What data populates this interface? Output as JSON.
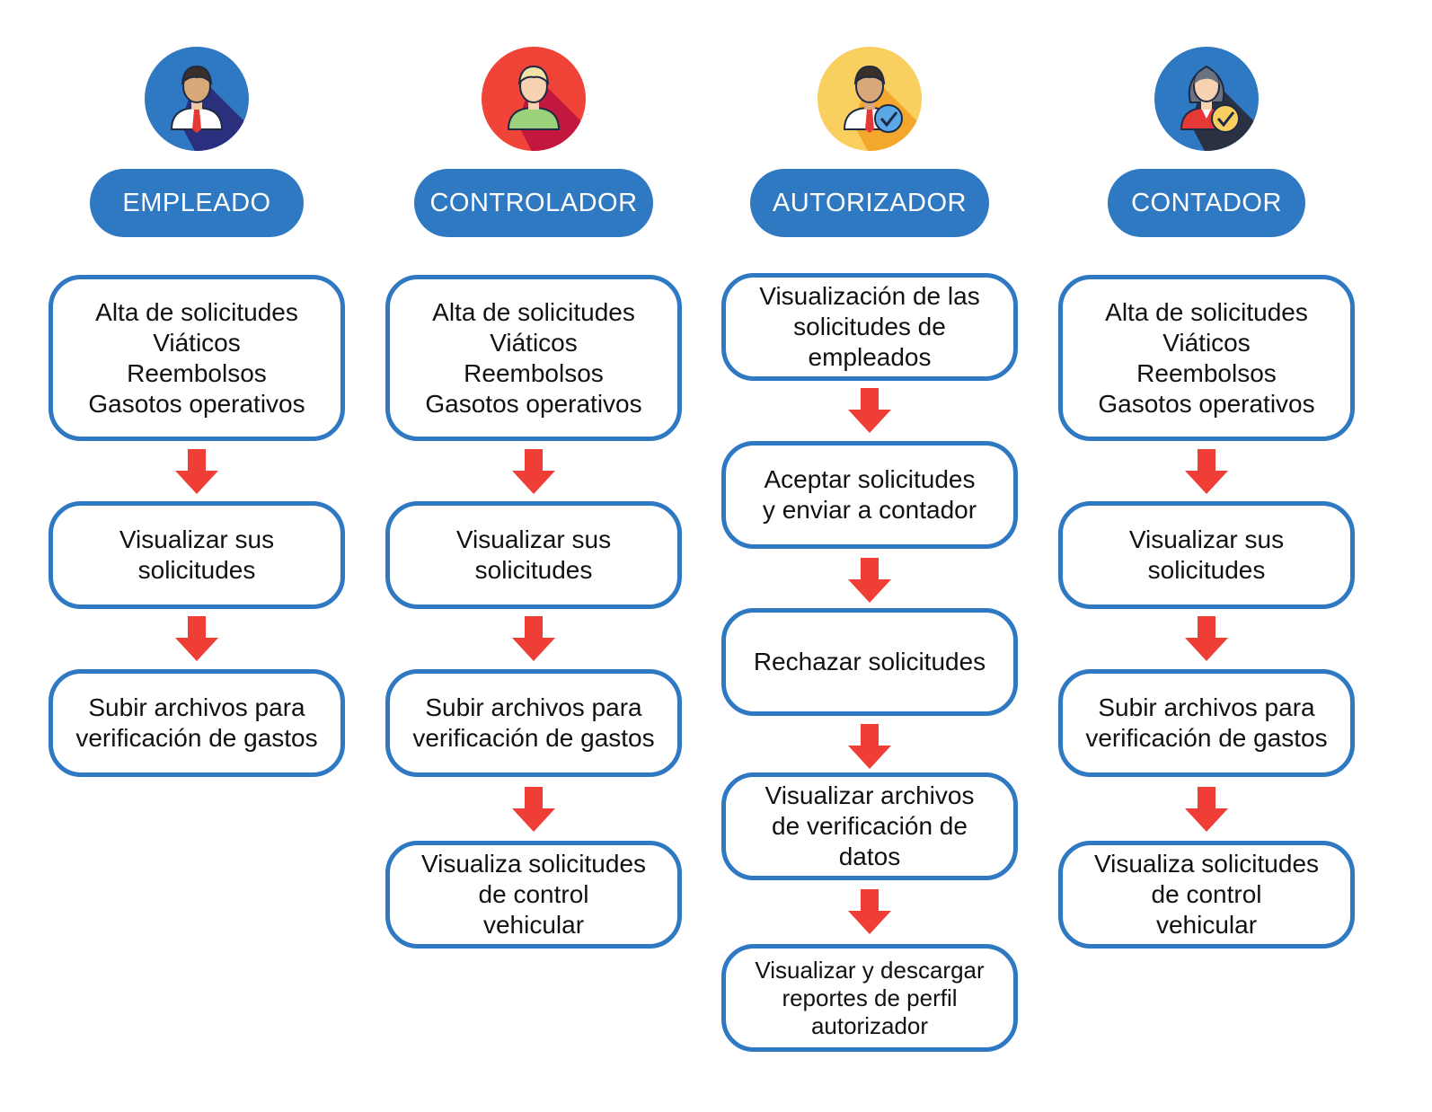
{
  "colors": {
    "accent_blue": "#2f78c2",
    "arrow_red": "#ef3e36",
    "text": "#111111"
  },
  "columns": [
    {
      "role": "EMPLEADO",
      "avatar_icon": "male-employee-tie-icon",
      "steps": [
        "Alta de solicitudes\nViáticos\nReembolsos\nGasotos operativos",
        "Visualizar sus\nsolicitudes",
        "Subir archivos para\nverificación de gastos"
      ]
    },
    {
      "role": "CONTROLADOR",
      "avatar_icon": "male-user-icon",
      "steps": [
        "Alta de solicitudes\nViáticos\nReembolsos\nGasotos operativos",
        "Visualizar sus\nsolicitudes",
        "Subir archivos para\nverificación de gastos",
        "Visualiza solicitudes\nde control\nvehicular"
      ]
    },
    {
      "role": "AUTORIZADOR",
      "avatar_icon": "male-approver-check-icon",
      "steps": [
        "Visualización de las\nsolicitudes de\nempleados",
        "Aceptar solicitudes\ny enviar a contador",
        "Rechazar solicitudes",
        "Visualizar archivos\nde verificación de\ndatos",
        "Visualizar y descargar\nreportes de perfil\nautorizador"
      ]
    },
    {
      "role": "CONTADOR",
      "avatar_icon": "female-accountant-check-icon",
      "steps": [
        "Alta de solicitudes\nViáticos\nReembolsos\nGasotos operativos",
        "Visualizar sus\nsolicitudes",
        "Subir archivos para\nverificación de gastos",
        "Visualiza solicitudes\nde control\nvehicular"
      ]
    }
  ]
}
